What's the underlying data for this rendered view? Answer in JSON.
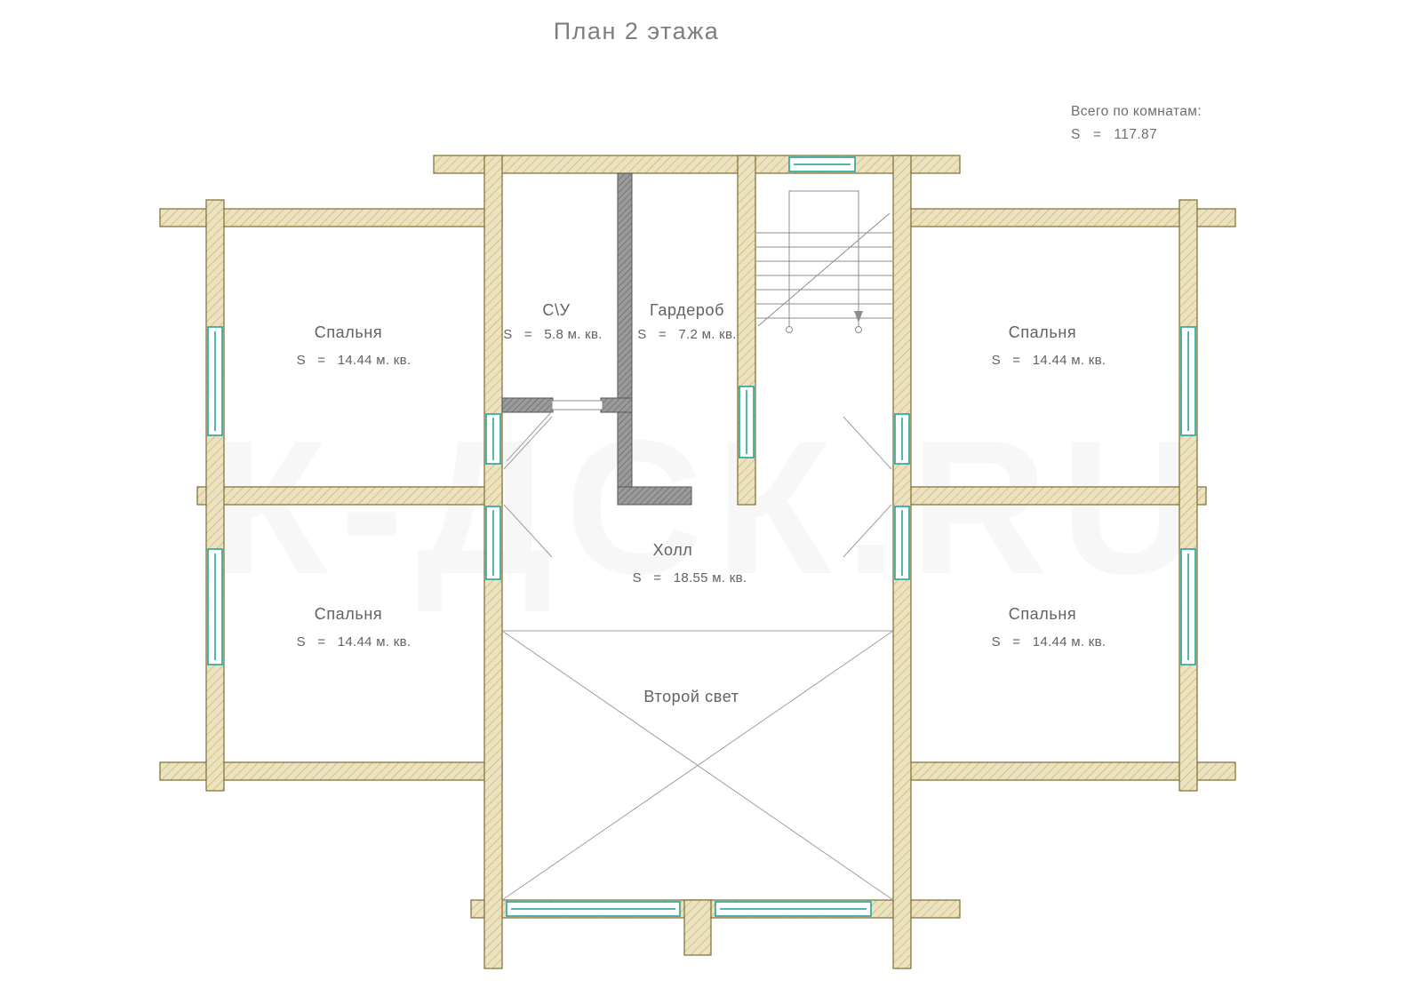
{
  "title": "План 2 этажа",
  "watermark": "К-ДСК.RU",
  "summary": {
    "label": "Всего по комнатам:",
    "value": "S   =   117.87"
  },
  "rooms": {
    "bedroom_top_left": {
      "name": "Спальня",
      "area": "S   =   14.44 м. кв."
    },
    "bedroom_bottom_left": {
      "name": "Спальня",
      "area": "S   =   14.44 м. кв."
    },
    "bedroom_top_right": {
      "name": "Спальня",
      "area": "S   =   14.44 м. кв."
    },
    "bedroom_bottom_right": {
      "name": "Спальня",
      "area": "S   =   14.44 м. кв."
    },
    "bathroom": {
      "name": "С\\У",
      "area": "S   =   5.8 м. кв."
    },
    "wardrobe": {
      "name": "Гардероб",
      "area": "S   =   7.2 м. кв."
    },
    "hall": {
      "name": "Холл",
      "area": "S   =   18.55 м. кв."
    },
    "second_light": {
      "name": "Второй свет"
    }
  },
  "colors": {
    "wall_fill": "#ece2c0",
    "wall_stroke": "#7c6d33",
    "window_teal": "#16a096",
    "partition_gray": "#9a9a9a"
  }
}
